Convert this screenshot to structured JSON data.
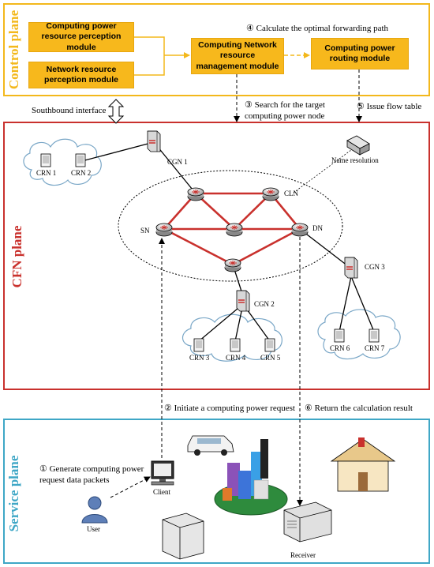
{
  "planes": {
    "control": "Control plane",
    "cfn": "CFN  plane",
    "service": "Service plane"
  },
  "control": {
    "computing_power_perception": "Computing power resource perception module",
    "network_perception": "Network resource perception module",
    "management": "Computing Network resource management module",
    "routing": "Computing power routing module",
    "step4": "④ Calculate the optimal forwarding path"
  },
  "interfaces": {
    "southbound": "Southbound interface",
    "step3": "③ Search for the target computing power node",
    "step5": "⑤ Issue flow table",
    "step2": "② Initiate a computing power request",
    "step6": "⑥ Return the calculation result",
    "step1": "① Generate computing power request data packets"
  },
  "cfn": {
    "cgn1": "CGN 1",
    "cgn2": "CGN 2",
    "cgn3": "CGN 3",
    "cln": "CLN",
    "sn": "SN",
    "dn": "DN",
    "name_resolution": "Name resolution",
    "crn1": "CRN 1",
    "crn2": "CRN 2",
    "crn3": "CRN 3",
    "crn4": "CRN 4",
    "crn5": "CRN 5",
    "crn6": "CRN 6",
    "crn7": "CRN 7"
  },
  "service": {
    "user": "User",
    "client": "Client",
    "receiver": "Receiver"
  },
  "colors": {
    "control_border": "#f3b81c",
    "cfn_border": "#c9312d",
    "service_border": "#3fa7c6",
    "module_fill": "#f7b81c",
    "link_red": "#c9312d"
  }
}
